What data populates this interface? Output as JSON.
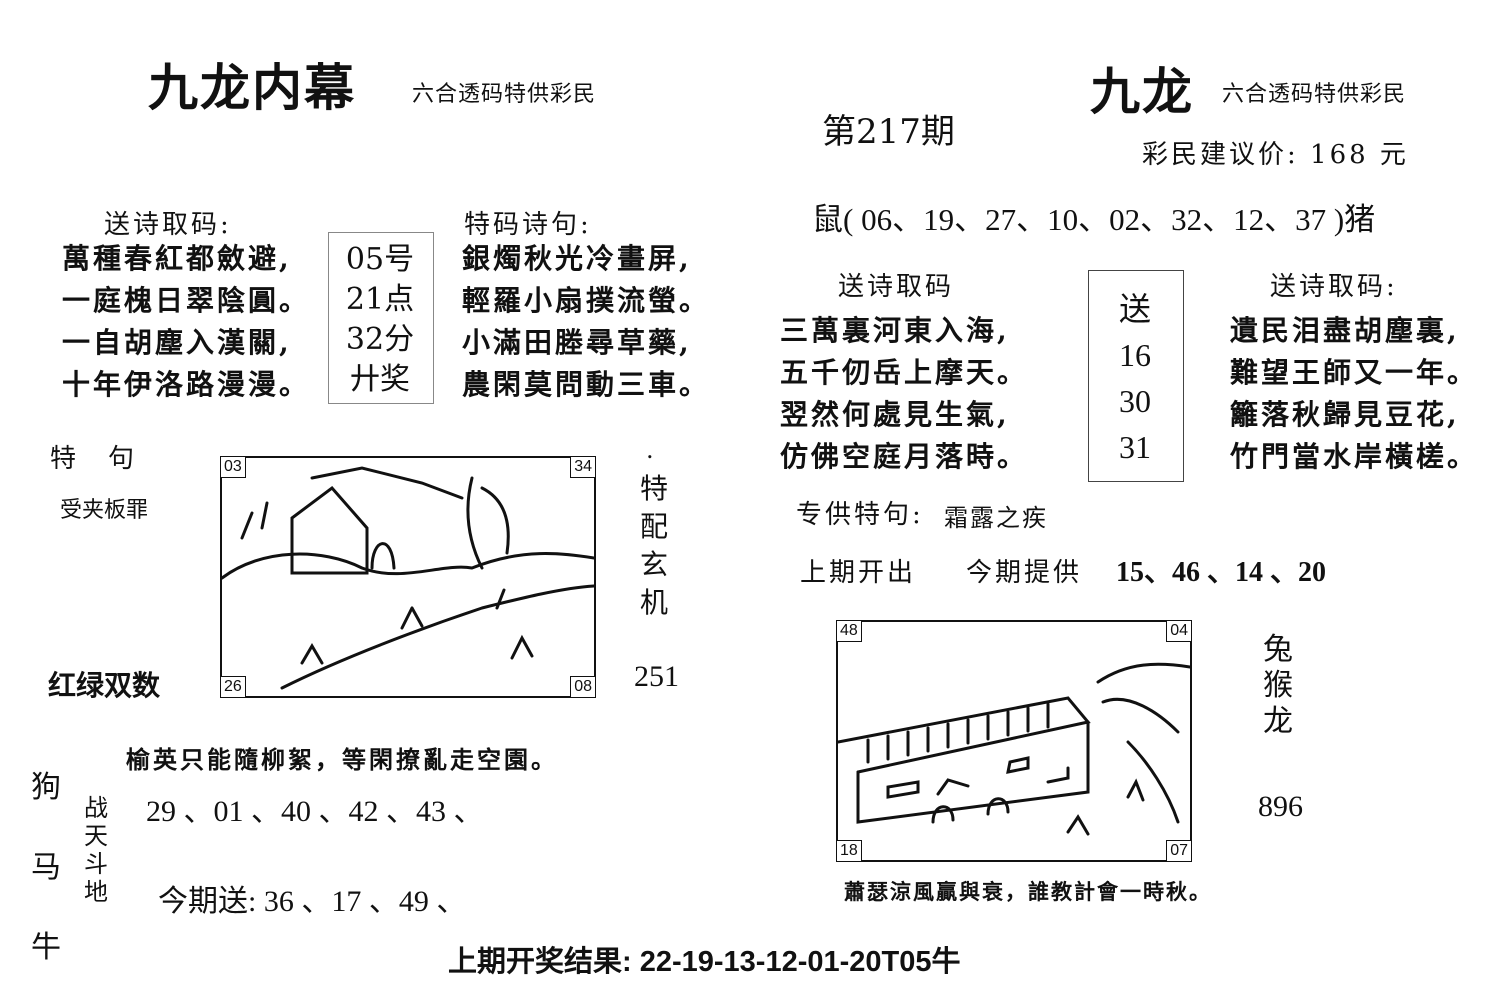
{
  "left": {
    "title": "九龙内幕",
    "subtitle": "六合透码特供彩民",
    "poem_heading": "送诗取码:",
    "poem_lines": [
      "萬種春紅都斂避,",
      "一庭槐日翠陰圓。",
      "一自胡塵入漢關,",
      "十年伊洛路漫漫。"
    ],
    "tips": [
      "05号",
      "21点",
      "32分",
      "廾奖"
    ],
    "te_heading": "特码诗句:",
    "te_lines": [
      "銀燭秋光冷畫屏,",
      "輕羅小扇撲流螢。",
      "小滿田塍尋草藥,",
      "農閑莫問動三車。"
    ],
    "special_label": "特　句",
    "special_text": "受夹板罪",
    "sketch_corners": {
      "tl": "03",
      "tr": "34",
      "bl": "26",
      "br": "08"
    },
    "dot": ".",
    "vertical_label": [
      "特",
      "配",
      "玄",
      "机"
    ],
    "red_green": "红绿双数",
    "number_251": "251",
    "zodiac_vertical": [
      "狗",
      "马",
      "牛"
    ],
    "zhan_vertical": [
      "战",
      "天",
      "斗",
      "地"
    ],
    "verse": "榆英只能隨柳絮，等閑撩亂走空園。",
    "numbers_line": "29 、01 、40 、42 、43 、",
    "send_line": "今期送: 36 、17 、49 、"
  },
  "center": {
    "issue": "第217期"
  },
  "right": {
    "title": "九龙",
    "subtitle": "六合透码特供彩民",
    "price": "彩民建议价: 168 元",
    "shu_line": "鼠( 06、19、27、10、02、32、12、37 )猪",
    "poem_heading_a": "送诗取码",
    "poem_a": [
      "三萬裏河東入海,",
      "五千仞岳上摩天。",
      "翌然何處見生氣,",
      "仿佛空庭月落時。"
    ],
    "send_box": [
      "送",
      "16",
      "30",
      "31"
    ],
    "poem_heading_b": "送诗取码:",
    "poem_b": [
      "遺民泪盡胡塵裏,",
      "難望王師又一年。",
      "籬落秋歸見豆花,",
      "竹門當水岸橫槎。"
    ],
    "special_label": "专供特句:",
    "special_text": "霜露之疾",
    "last_label": "上期开出",
    "provide_label": "今期提供",
    "provide_numbers": "15、46 、14 、20",
    "sketch_corners": {
      "tl": "48",
      "tr": "04",
      "bl": "18",
      "br": "07"
    },
    "animals": [
      "兔",
      "猴",
      "龙"
    ],
    "number_896": "896",
    "verse": "蕭瑟涼風贏與衰，誰教計會一時秋。"
  },
  "footer": {
    "result": "上期开奖结果: 22-19-13-12-01-20T05牛"
  }
}
